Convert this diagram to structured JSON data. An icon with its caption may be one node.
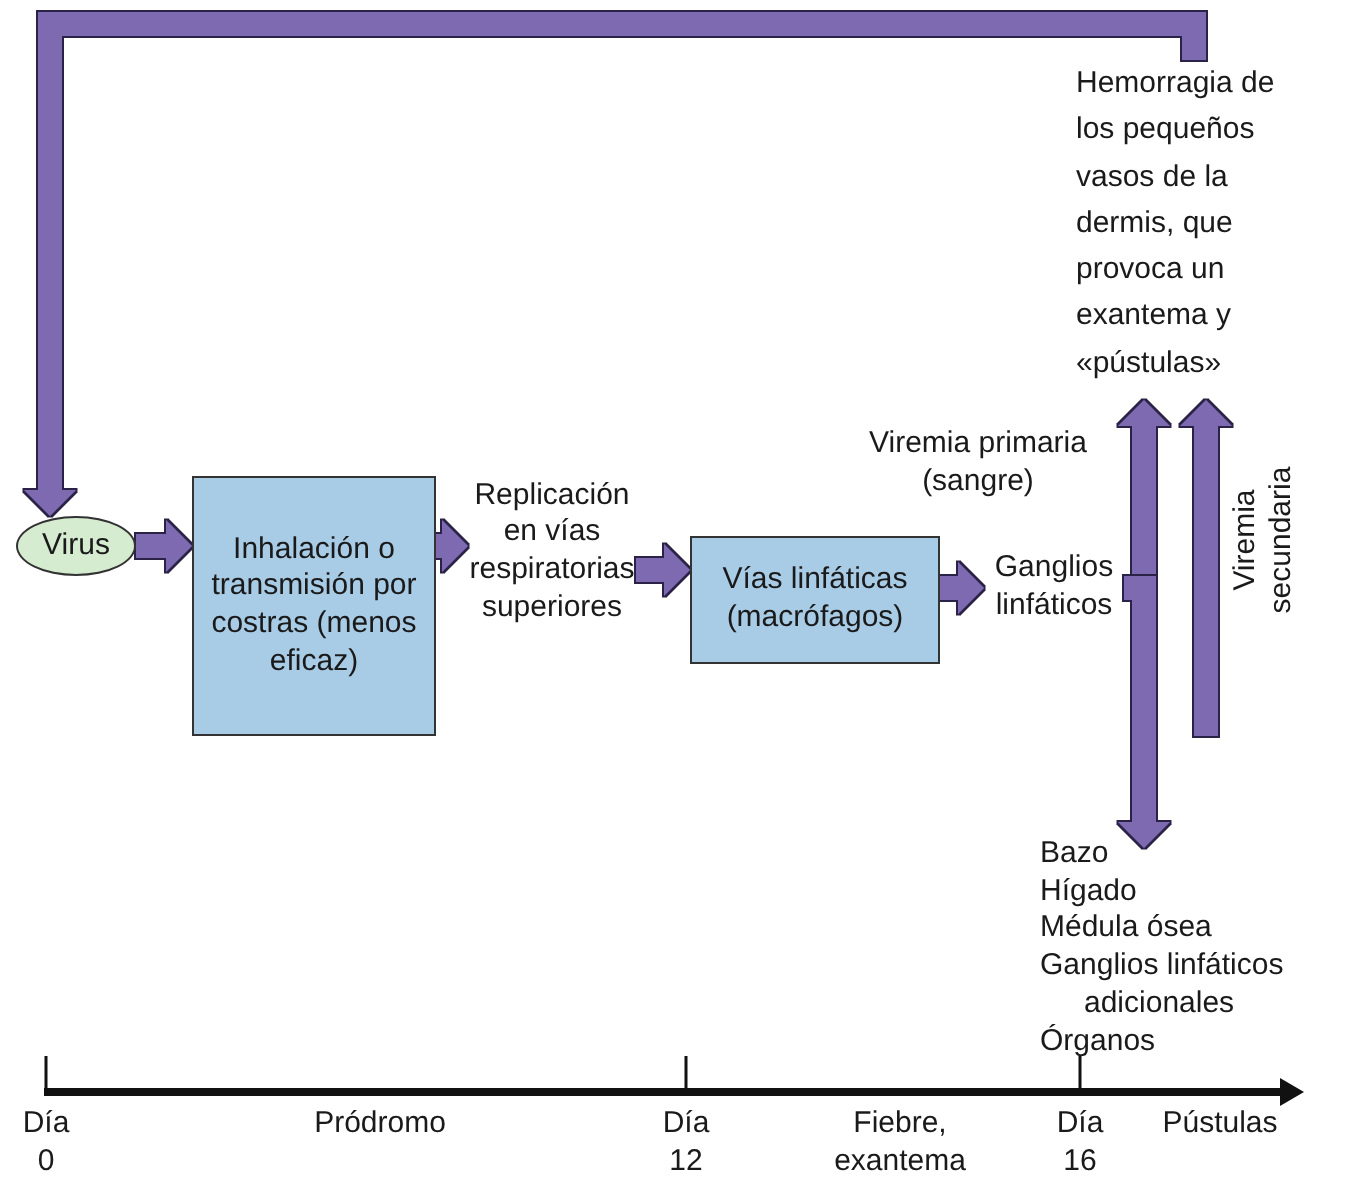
{
  "diagram": {
    "nodes": [
      {
        "text": [
          "Virus"
        ]
      },
      {
        "text": [
          "Inhalación o transmisión por costras (menos eficaz)"
        ]
      },
      {
        "text": [
          "Replicación en vías respiratorias superiores"
        ]
      },
      {
        "text": [
          "Vías linfáticas (macrófagos)"
        ]
      },
      {
        "text": [
          "Ganglios linfáticos"
        ]
      },
      {
        "text": [
          "Hemorragia de los pequeños vasos de la dermis, que provoca un exantema y «pústulas»"
        ]
      },
      {
        "text": [
          "Bazo",
          "Hígado",
          "Médula ósea",
          "Ganglios linfáticos adicionales",
          "Órganos"
        ]
      }
    ],
    "edges": [
      {
        "from": 5,
        "to": 0,
        "arrow": "to"
      },
      {
        "from": 0,
        "to": 1,
        "arrow": "to"
      },
      {
        "from": 1,
        "to": 2,
        "arrow": "to"
      },
      {
        "from": 2,
        "to": 3,
        "arrow": "to"
      },
      {
        "from": 3,
        "to": 4,
        "arrow": "to"
      },
      {
        "from": 4,
        "to": 5,
        "arrow": "to",
        "label": "Viremia primaria (sangre)"
      },
      {
        "from": 4,
        "to": 6,
        "arrow": "to"
      },
      {
        "from": 6,
        "to": 5,
        "arrow": "to",
        "label": "Viremia secundaria"
      }
    ],
    "labels": [
      "Día 0",
      "Pródromo",
      "Día 12",
      "Fiebre, exantema",
      "Día 16",
      "Pústulas"
    ]
  }
}
